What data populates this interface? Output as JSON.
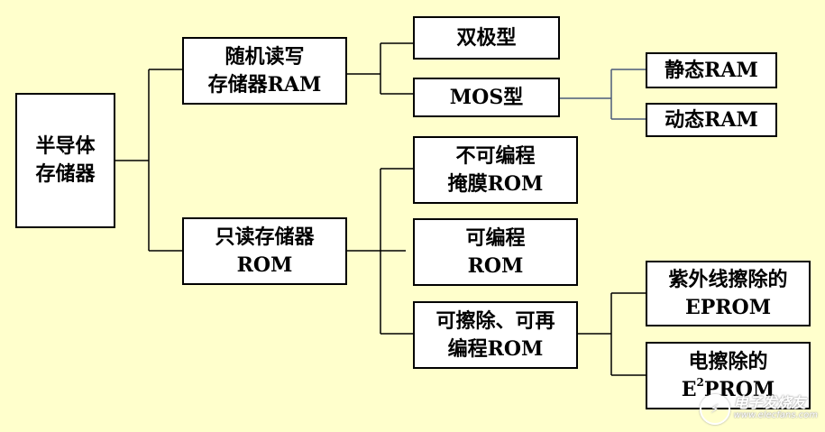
{
  "diagram": {
    "root": {
      "line1": "半导体",
      "line2": "存储器"
    },
    "ram": {
      "line1": "随机读写",
      "line2": "存储器RAM"
    },
    "bipolar": {
      "label": "双极型"
    },
    "mos": {
      "label": "MOS型"
    },
    "sram": {
      "label": "静态RAM"
    },
    "dram": {
      "label": "动态RAM"
    },
    "rom": {
      "line1": "只读存储器",
      "line2": "ROM"
    },
    "mask_rom": {
      "line1": "不可编程",
      "line2": "掩膜ROM"
    },
    "prom": {
      "line1": "可编程",
      "line2": "ROM"
    },
    "erasable_rom": {
      "line1": "可擦除、可再",
      "line2": "编程ROM"
    },
    "eprom": {
      "line1": "紫外线擦除的",
      "line2": "EPROM"
    },
    "e2prom": {
      "line1": "电擦除的",
      "line2_prefix": "E",
      "line2_sup": "2",
      "line2_suffix": "PROM"
    }
  },
  "watermark": {
    "text_main": "电子发烧友",
    "text_url": "www.elecfans.com"
  },
  "colors": {
    "background": "#ffffcc",
    "box_fill": "#ffffff",
    "line": "#000000",
    "mos_link": "#4a5a7a"
  }
}
